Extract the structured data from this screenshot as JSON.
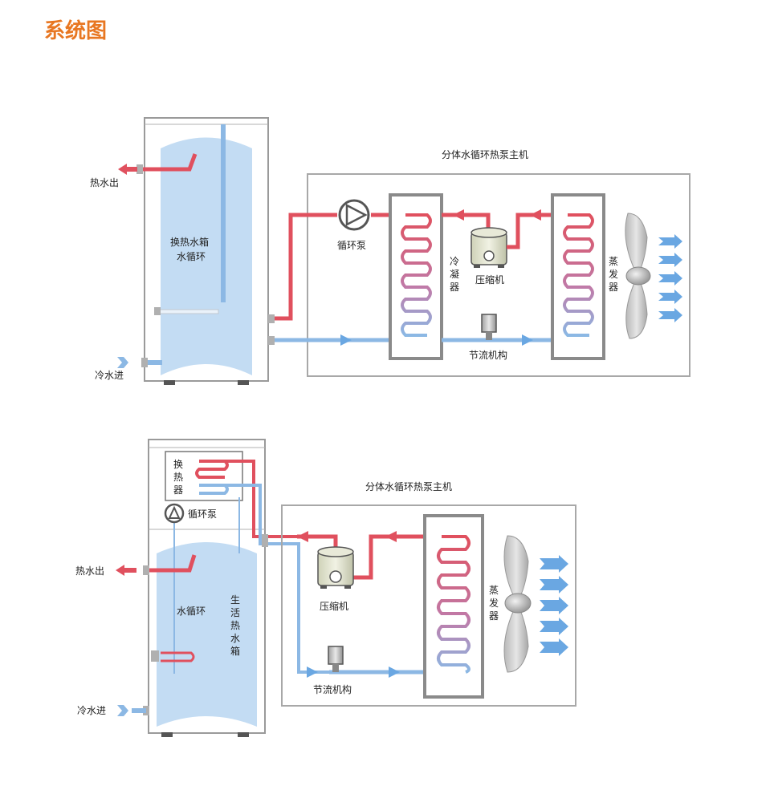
{
  "title": "系统图",
  "top": {
    "unit_title": "分体水循环热泵主机",
    "hot_water_out": "热水出",
    "cold_water_in": "冷水进",
    "tank_label_1": "换热水箱",
    "tank_label_2": "水循环",
    "pump": "循环泵",
    "condenser": [
      "冷",
      "凝",
      "器"
    ],
    "compressor": "压缩机",
    "evaporator": [
      "蒸",
      "发",
      "器"
    ],
    "throttle": "节流机构"
  },
  "bottom": {
    "unit_title": "分体水循环热泵主机",
    "hot_water_out": "热水出",
    "cold_water_in": "冷水进",
    "heat_exchanger": [
      "换",
      "热",
      "器"
    ],
    "pump": "循环泵",
    "water_cycle": "水循环",
    "tank_label": [
      "生",
      "活",
      "热",
      "水",
      "箱"
    ],
    "compressor": "压缩机",
    "evaporator": [
      "蒸",
      "发",
      "器"
    ],
    "throttle": "节流机构"
  },
  "colors": {
    "title": "#e87722",
    "hot_pipe": "#e0505e",
    "cold_pipe": "#8cb8e4",
    "frame": "#9a9a9a",
    "tank_fill": "#c3dcf3",
    "airflow": "#6aa7e2"
  }
}
